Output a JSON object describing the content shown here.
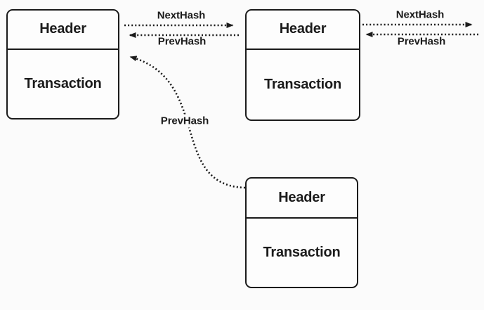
{
  "colors": {
    "background": "#fbfbfb",
    "ink": "#1b1b1b"
  },
  "blocks": [
    {
      "id": "block-1",
      "header_label": "Header",
      "body_label": "Transaction"
    },
    {
      "id": "block-2",
      "header_label": "Header",
      "body_label": "Transaction"
    },
    {
      "id": "block-3",
      "header_label": "Header",
      "body_label": "Transaction"
    }
  ],
  "links": [
    {
      "label": "NextHash",
      "from": "block-1",
      "to": "block-2",
      "style": "dotted-straight",
      "direction": "right"
    },
    {
      "label": "PrevHash",
      "from": "block-2",
      "to": "block-1",
      "style": "dotted-straight",
      "direction": "left"
    },
    {
      "label": "NextHash",
      "from": "block-2",
      "to": "offscreen-right",
      "style": "dotted-straight",
      "direction": "right"
    },
    {
      "label": "PrevHash",
      "from": "offscreen-right",
      "to": "block-2",
      "style": "dotted-straight",
      "direction": "left"
    },
    {
      "label": "PrevHash",
      "from": "block-3",
      "to": "block-1",
      "style": "dotted-curved",
      "direction": "up-left"
    }
  ]
}
